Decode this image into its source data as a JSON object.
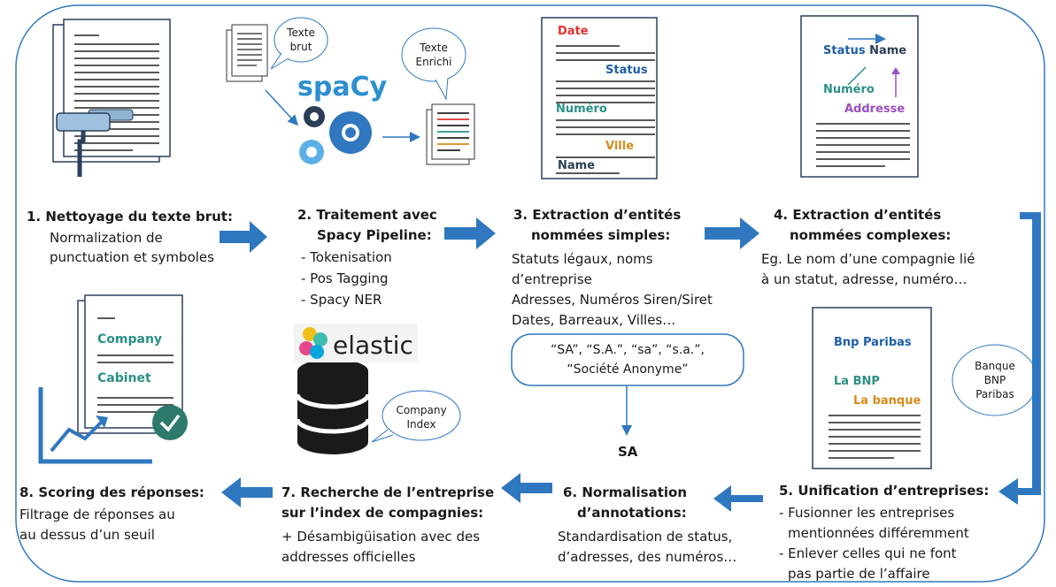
{
  "colors": {
    "arrow": "#2f78c0",
    "accent_blue": "#1e5fa6",
    "accent_teal": "#2a9087",
    "accent_red": "#e0322e",
    "accent_orange": "#d68a1c",
    "accent_purple": "#9b4fc4",
    "dark": "#2c3e57",
    "green_badge": "#2d7a6d"
  },
  "bubbles": {
    "texte_brut": [
      "Texte",
      "brut"
    ],
    "texte_enrichi": [
      "Texte",
      "Enrichi"
    ],
    "company_index": [
      "Company",
      "Index"
    ],
    "banque": [
      "Banque",
      "BNP",
      "Paribas"
    ]
  },
  "logos": {
    "spacy": "spaCy",
    "elastic": "elastic"
  },
  "doc3": {
    "date": "Date",
    "status": "Status",
    "numero": "Numéro",
    "ville": "Ville",
    "name": "Name"
  },
  "doc4": {
    "status": "Status",
    "name": "Name",
    "numero": "Numéro",
    "addresse": "Addresse"
  },
  "doc5": {
    "bnp_paribas": "Bnp Paribas",
    "la_bnp": "La BNP",
    "la_banque": "La banque"
  },
  "doc8": {
    "company": "Company",
    "cabinet": "Cabinet"
  },
  "steps": {
    "s1": {
      "title": "1. Nettoyage du texte brut:",
      "lines": [
        "Normalization de",
        "punctuation et symboles"
      ]
    },
    "s2": {
      "title": [
        "2. Traitement avec",
        "Spacy Pipeline:"
      ],
      "lines": [
        "- Tokenisation",
        "- Pos Tagging",
        "- Spacy NER"
      ]
    },
    "s3": {
      "title": [
        "3. Extraction d’entités",
        "nommées simples:"
      ],
      "lines": [
        "Statuts légaux, noms",
        "d’entreprise",
        "Adresses, Numéros Siren/Siret",
        "Dates, Barreaux, Villes…"
      ]
    },
    "s4": {
      "title": [
        "4. Extraction d’entités",
        "nommées complexes:"
      ],
      "lines": [
        "Eg. Le nom d’une compagnie lié",
        "à un statut, adresse, numéro…"
      ]
    },
    "s5": {
      "title": "5. Unification d’entreprises:",
      "lines": [
        "- Fusionner les entreprises",
        "mentionnées différemment",
        "- Enlever celles qui ne font",
        "pas partie de l’affaire"
      ]
    },
    "s6": {
      "title": [
        "6. Normalisation",
        "d’annotations:"
      ],
      "lines": [
        "Standardisation de status,",
        "d’adresses, des numéros…"
      ]
    },
    "s7": {
      "title": [
        "7. Recherche de l’entreprise",
        "sur l’index de compagnies:"
      ],
      "lines": [
        "+ Désambigüisation avec des",
        "addresses officielles"
      ]
    },
    "s8": {
      "title": "8. Scoring des réponses:",
      "lines": [
        "Filtrage de réponses au",
        "au dessus d’un seuil"
      ]
    }
  },
  "sa_box": {
    "line1": "“SA”, “S.A.”, “sa”, “s.a.”,",
    "line2": "“Société Anonyme”",
    "result": "SA"
  }
}
